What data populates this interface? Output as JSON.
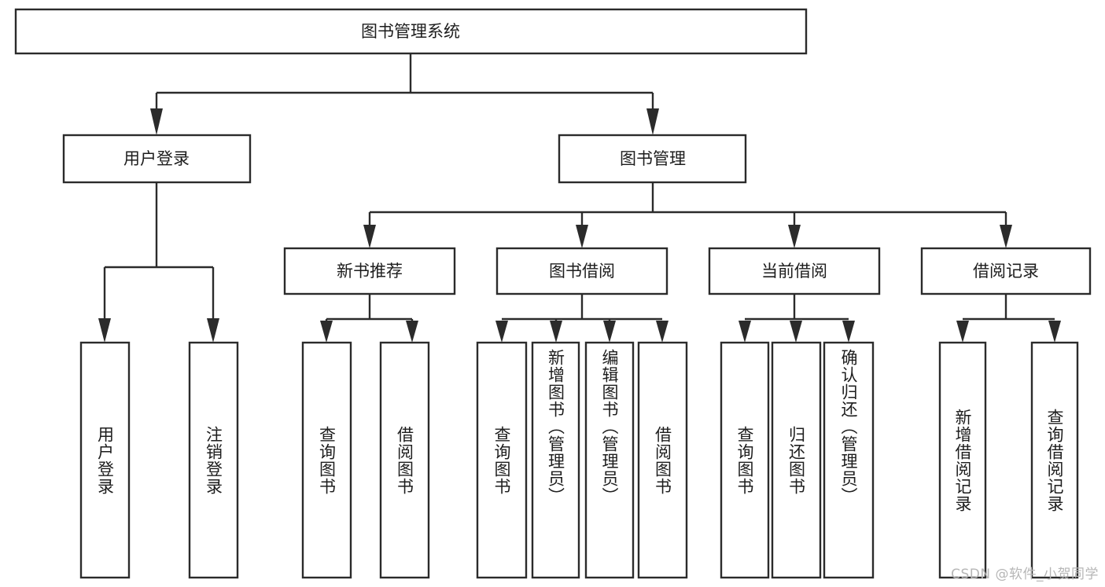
{
  "diagram": {
    "type": "tree-hierarchy-chart",
    "title": "图书管理系统",
    "watermark": "CSDN @软件_小贺同学",
    "colors": {
      "box_stroke": "#2b2b2b",
      "box_fill": "#ffffff",
      "text": "#1d1d1d",
      "background": "#ffffff",
      "watermark": "#b6b6b6"
    },
    "levels": {
      "root": {
        "label": "图书管理系统"
      },
      "level2": [
        {
          "label": "用户登录"
        },
        {
          "label": "图书管理"
        }
      ],
      "level3": [
        {
          "label": "新书推荐"
        },
        {
          "label": "图书借阅"
        },
        {
          "label": "当前借阅"
        },
        {
          "label": "借阅记录"
        }
      ],
      "leaves": [
        {
          "label": "用户登录",
          "parent": "用户登录"
        },
        {
          "label": "注销登录",
          "parent": "用户登录"
        },
        {
          "label": "查询图书",
          "parent": "新书推荐"
        },
        {
          "label": "借阅图书",
          "parent": "新书推荐"
        },
        {
          "label": "查询图书",
          "parent": "图书借阅"
        },
        {
          "label": "新增图书（管理员）",
          "parent": "图书借阅"
        },
        {
          "label": "编辑图书（管理员）",
          "parent": "图书借阅"
        },
        {
          "label": "借阅图书",
          "parent": "图书借阅"
        },
        {
          "label": "查询图书",
          "parent": "当前借阅"
        },
        {
          "label": "归还图书",
          "parent": "当前借阅"
        },
        {
          "label": "确认归还（管理员）",
          "parent": "当前借阅"
        },
        {
          "label": "新增借阅记录",
          "parent": "借阅记录"
        },
        {
          "label": "查询借阅记录",
          "parent": "借阅记录"
        }
      ]
    }
  }
}
